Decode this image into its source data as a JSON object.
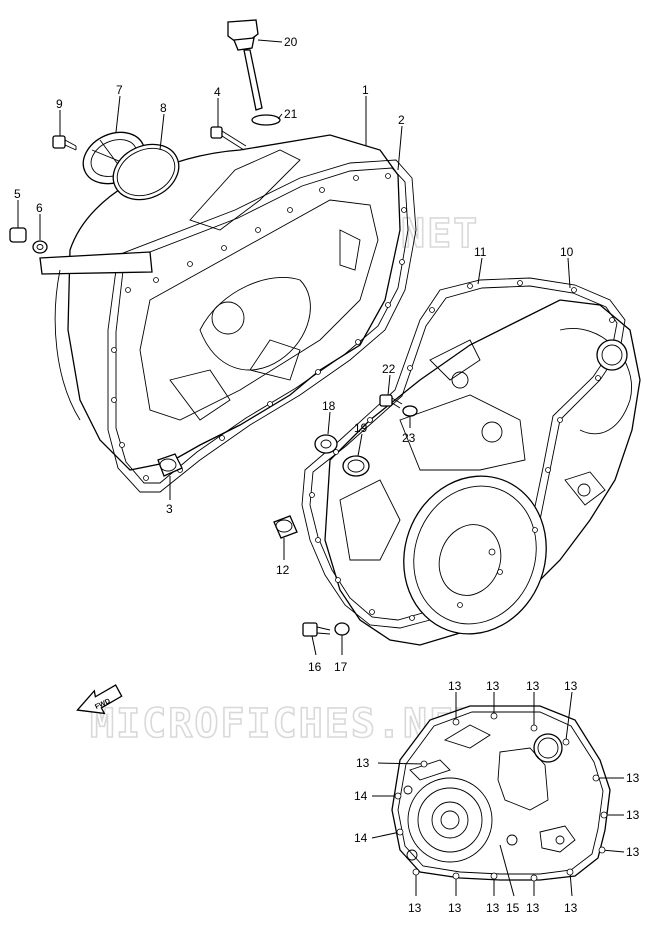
{
  "watermark": "MICROFICHES.NET",
  "fwd_label": "FWD",
  "callouts": [
    {
      "id": "c20",
      "text": "20"
    },
    {
      "id": "c21",
      "text": "21"
    },
    {
      "id": "c7",
      "text": "7"
    },
    {
      "id": "c8",
      "text": "8"
    },
    {
      "id": "c9",
      "text": "9"
    },
    {
      "id": "c4",
      "text": "4"
    },
    {
      "id": "c1",
      "text": "1"
    },
    {
      "id": "c2",
      "text": "2"
    },
    {
      "id": "c5",
      "text": "5"
    },
    {
      "id": "c6",
      "text": "6"
    },
    {
      "id": "c11",
      "text": "11"
    },
    {
      "id": "c10",
      "text": "10"
    },
    {
      "id": "c22",
      "text": "22"
    },
    {
      "id": "c18",
      "text": "18"
    },
    {
      "id": "c19",
      "text": "19"
    },
    {
      "id": "c23",
      "text": "23"
    },
    {
      "id": "c3",
      "text": "3"
    },
    {
      "id": "c12",
      "text": "12"
    },
    {
      "id": "c16",
      "text": "16"
    },
    {
      "id": "c17",
      "text": "17"
    },
    {
      "id": "c13a",
      "text": "13"
    },
    {
      "id": "c13b",
      "text": "13"
    },
    {
      "id": "c13c",
      "text": "13"
    },
    {
      "id": "c13d",
      "text": "13"
    },
    {
      "id": "c13e",
      "text": "13"
    },
    {
      "id": "c13f",
      "text": "13"
    },
    {
      "id": "c14a",
      "text": "14"
    },
    {
      "id": "c13g",
      "text": "13"
    },
    {
      "id": "c14b",
      "text": "14"
    },
    {
      "id": "c13h",
      "text": "13"
    },
    {
      "id": "c13i",
      "text": "13"
    },
    {
      "id": "c13j",
      "text": "13"
    },
    {
      "id": "c13k",
      "text": "13"
    },
    {
      "id": "c15",
      "text": "15"
    },
    {
      "id": "c13l",
      "text": "13"
    },
    {
      "id": "c13m",
      "text": "13"
    }
  ]
}
